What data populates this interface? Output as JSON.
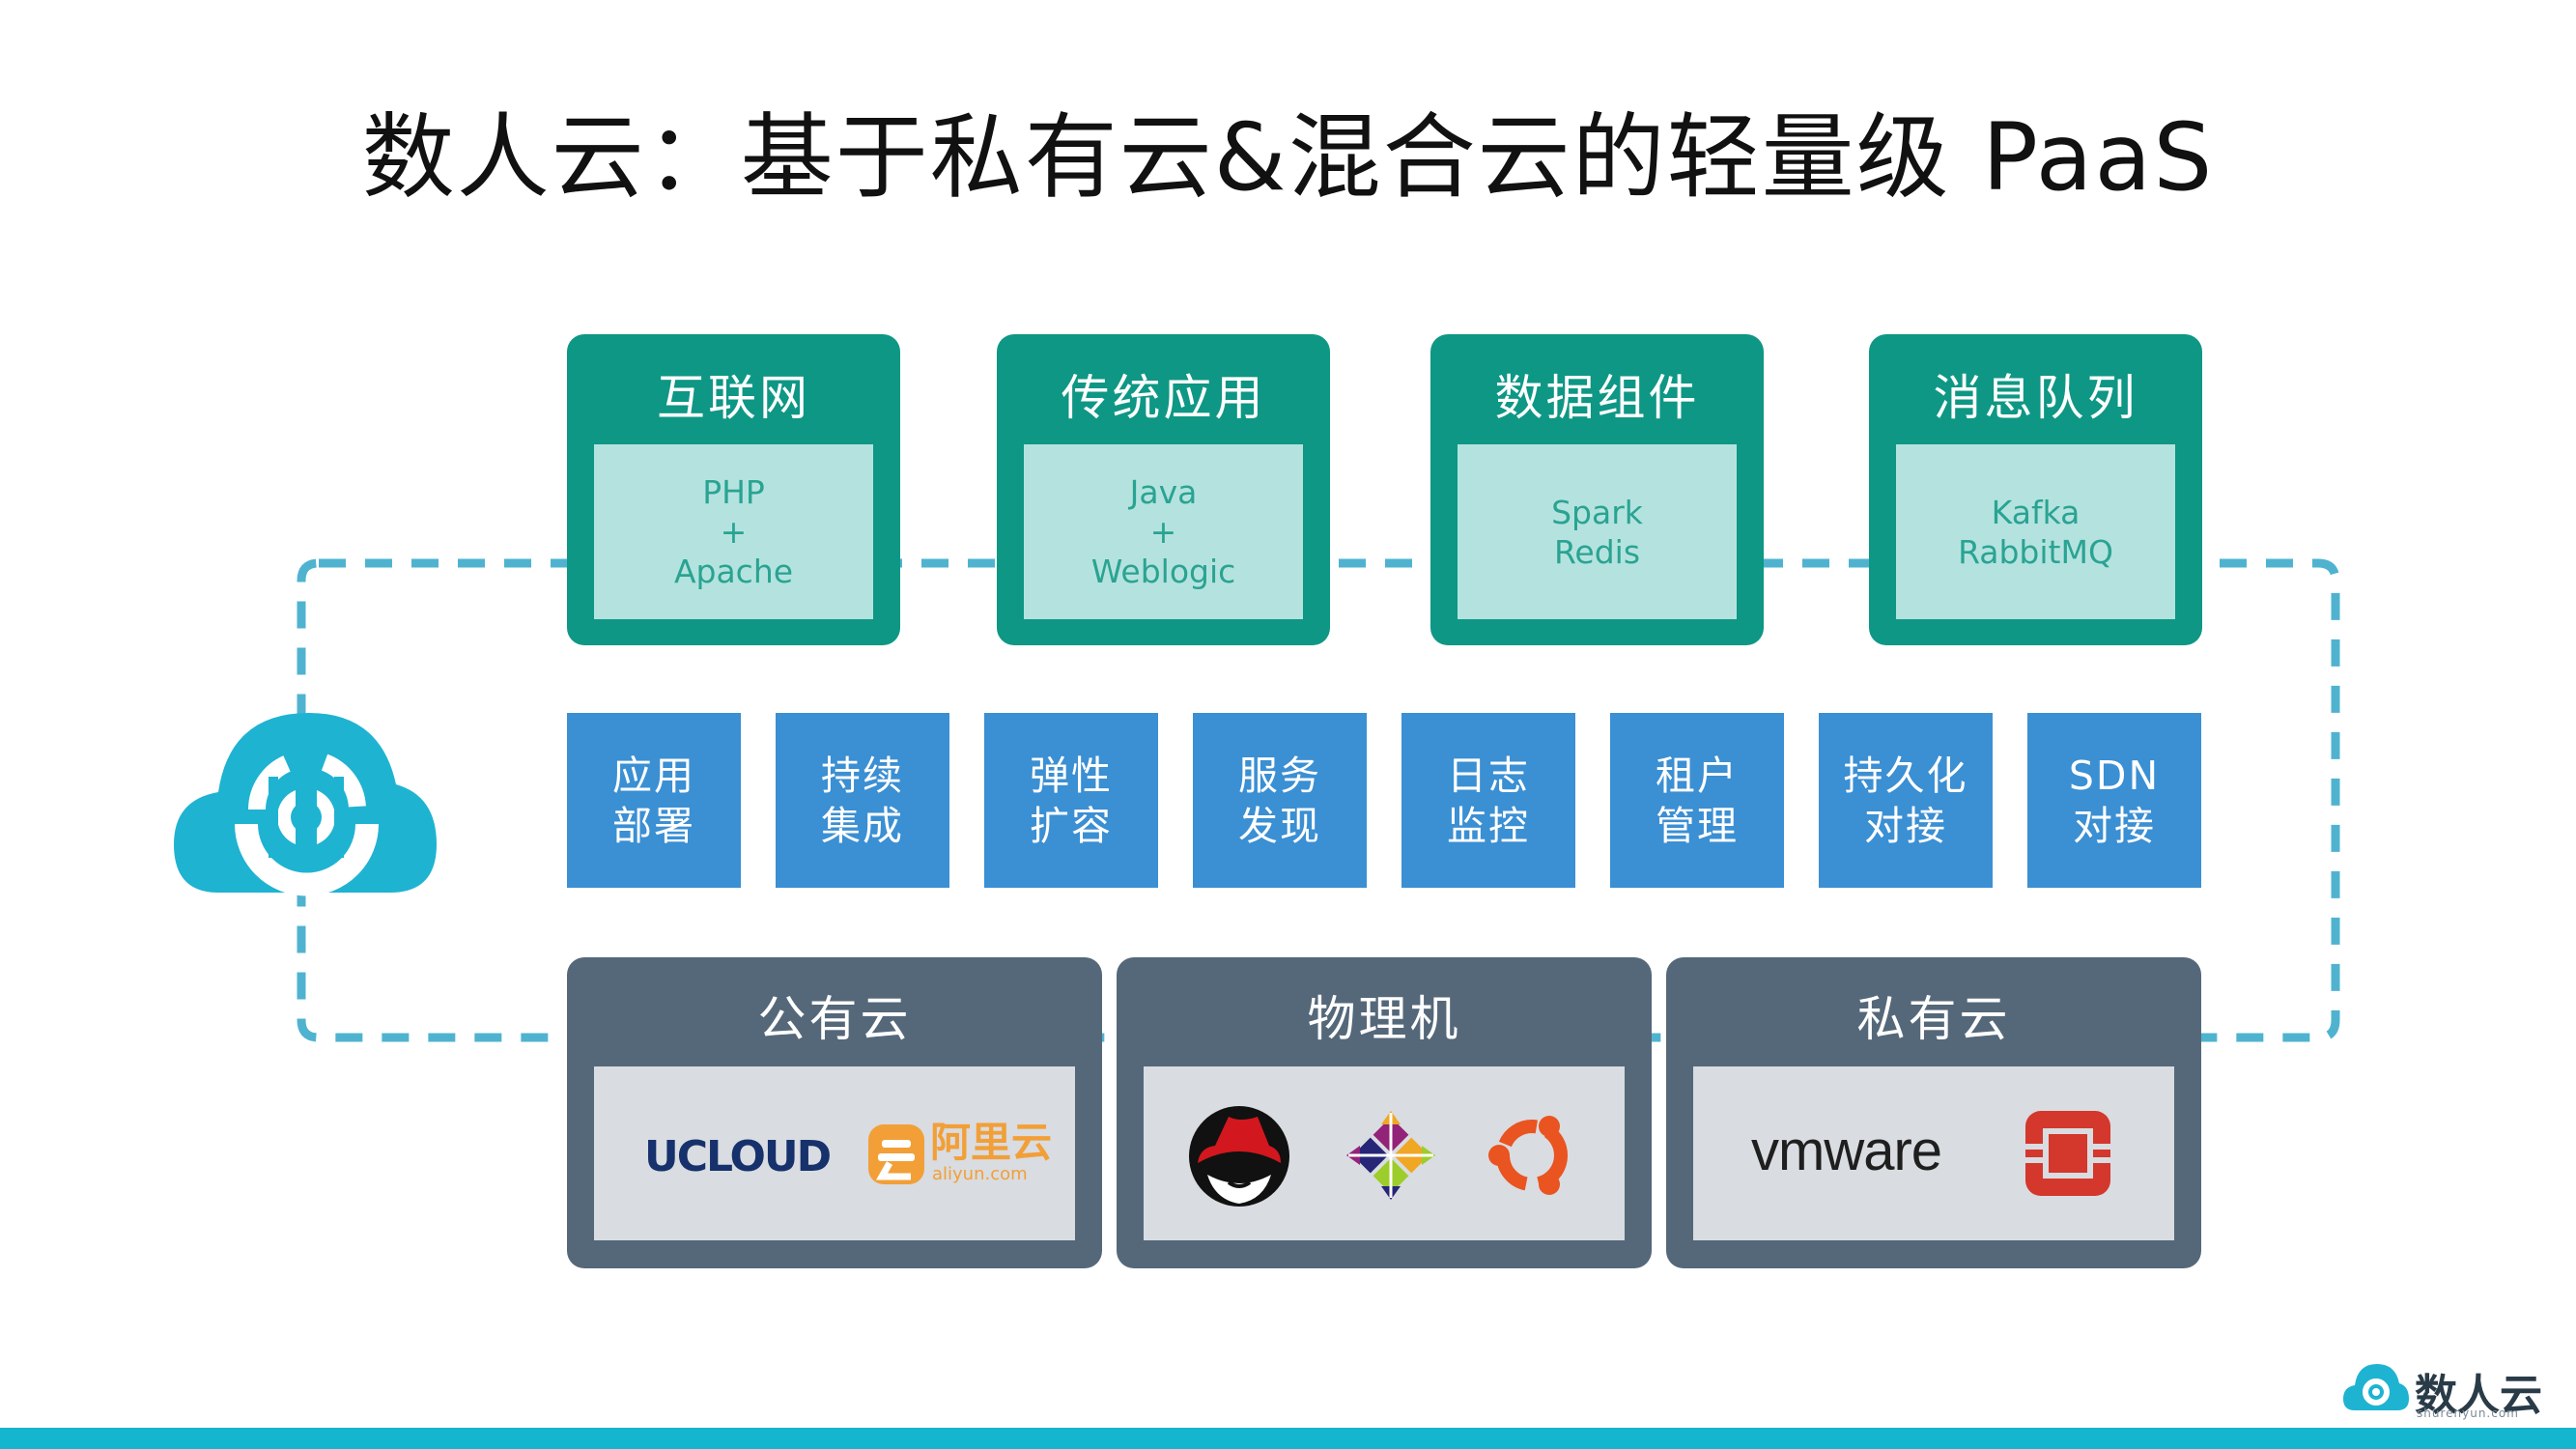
{
  "title": "数人云：基于私有云&混合云的轻量级 PaaS",
  "workloads": [
    {
      "title": "互联网",
      "lines": [
        "PHP",
        "+",
        "Apache"
      ]
    },
    {
      "title": "传统应用",
      "lines": [
        "Java",
        "+",
        "Weblogic"
      ]
    },
    {
      "title": "数据组件",
      "lines": [
        "Spark",
        "Redis"
      ]
    },
    {
      "title": "消息队列",
      "lines": [
        "Kafka",
        "RabbitMQ"
      ]
    }
  ],
  "capabilities": [
    {
      "lines": [
        "应用",
        "部署"
      ]
    },
    {
      "lines": [
        "持续",
        "集成"
      ]
    },
    {
      "lines": [
        "弹性",
        "扩容"
      ]
    },
    {
      "lines": [
        "服务",
        "发现"
      ]
    },
    {
      "lines": [
        "日志",
        "监控"
      ]
    },
    {
      "lines": [
        "租户",
        "管理"
      ]
    },
    {
      "lines": [
        "持久化",
        "对接"
      ]
    },
    {
      "lines": [
        "SDN",
        "对接"
      ]
    }
  ],
  "infrastructure": [
    {
      "title": "公有云",
      "logos": [
        {
          "icon": "ucloud-logo",
          "text": "UCLOUD"
        },
        {
          "icon": "aliyun-logo",
          "text": "阿里云",
          "subtext": "aliyun.com"
        }
      ]
    },
    {
      "title": "物理机",
      "logos": [
        {
          "icon": "redhat-logo"
        },
        {
          "icon": "centos-logo"
        },
        {
          "icon": "ubuntu-logo"
        }
      ]
    },
    {
      "title": "私有云",
      "logos": [
        {
          "icon": "vmware-logo",
          "text": "vmware"
        },
        {
          "icon": "openstack-logo"
        }
      ]
    }
  ],
  "brand": {
    "icon": "shurenyun-cloud-icon",
    "name": "数人云",
    "url": "shurenyun.com"
  },
  "colors": {
    "workload_card": "#0e9784",
    "workload_inner": "#b4e3df",
    "workload_text": "#2aa392",
    "capability_tile": "#3b8fd3",
    "infra_panel": "#55687a",
    "infra_inner": "#d9dce0",
    "loop_line": "#4fb3d0",
    "accent_bar": "#13b5cf",
    "cloud_icon": "#1fb3d2"
  }
}
